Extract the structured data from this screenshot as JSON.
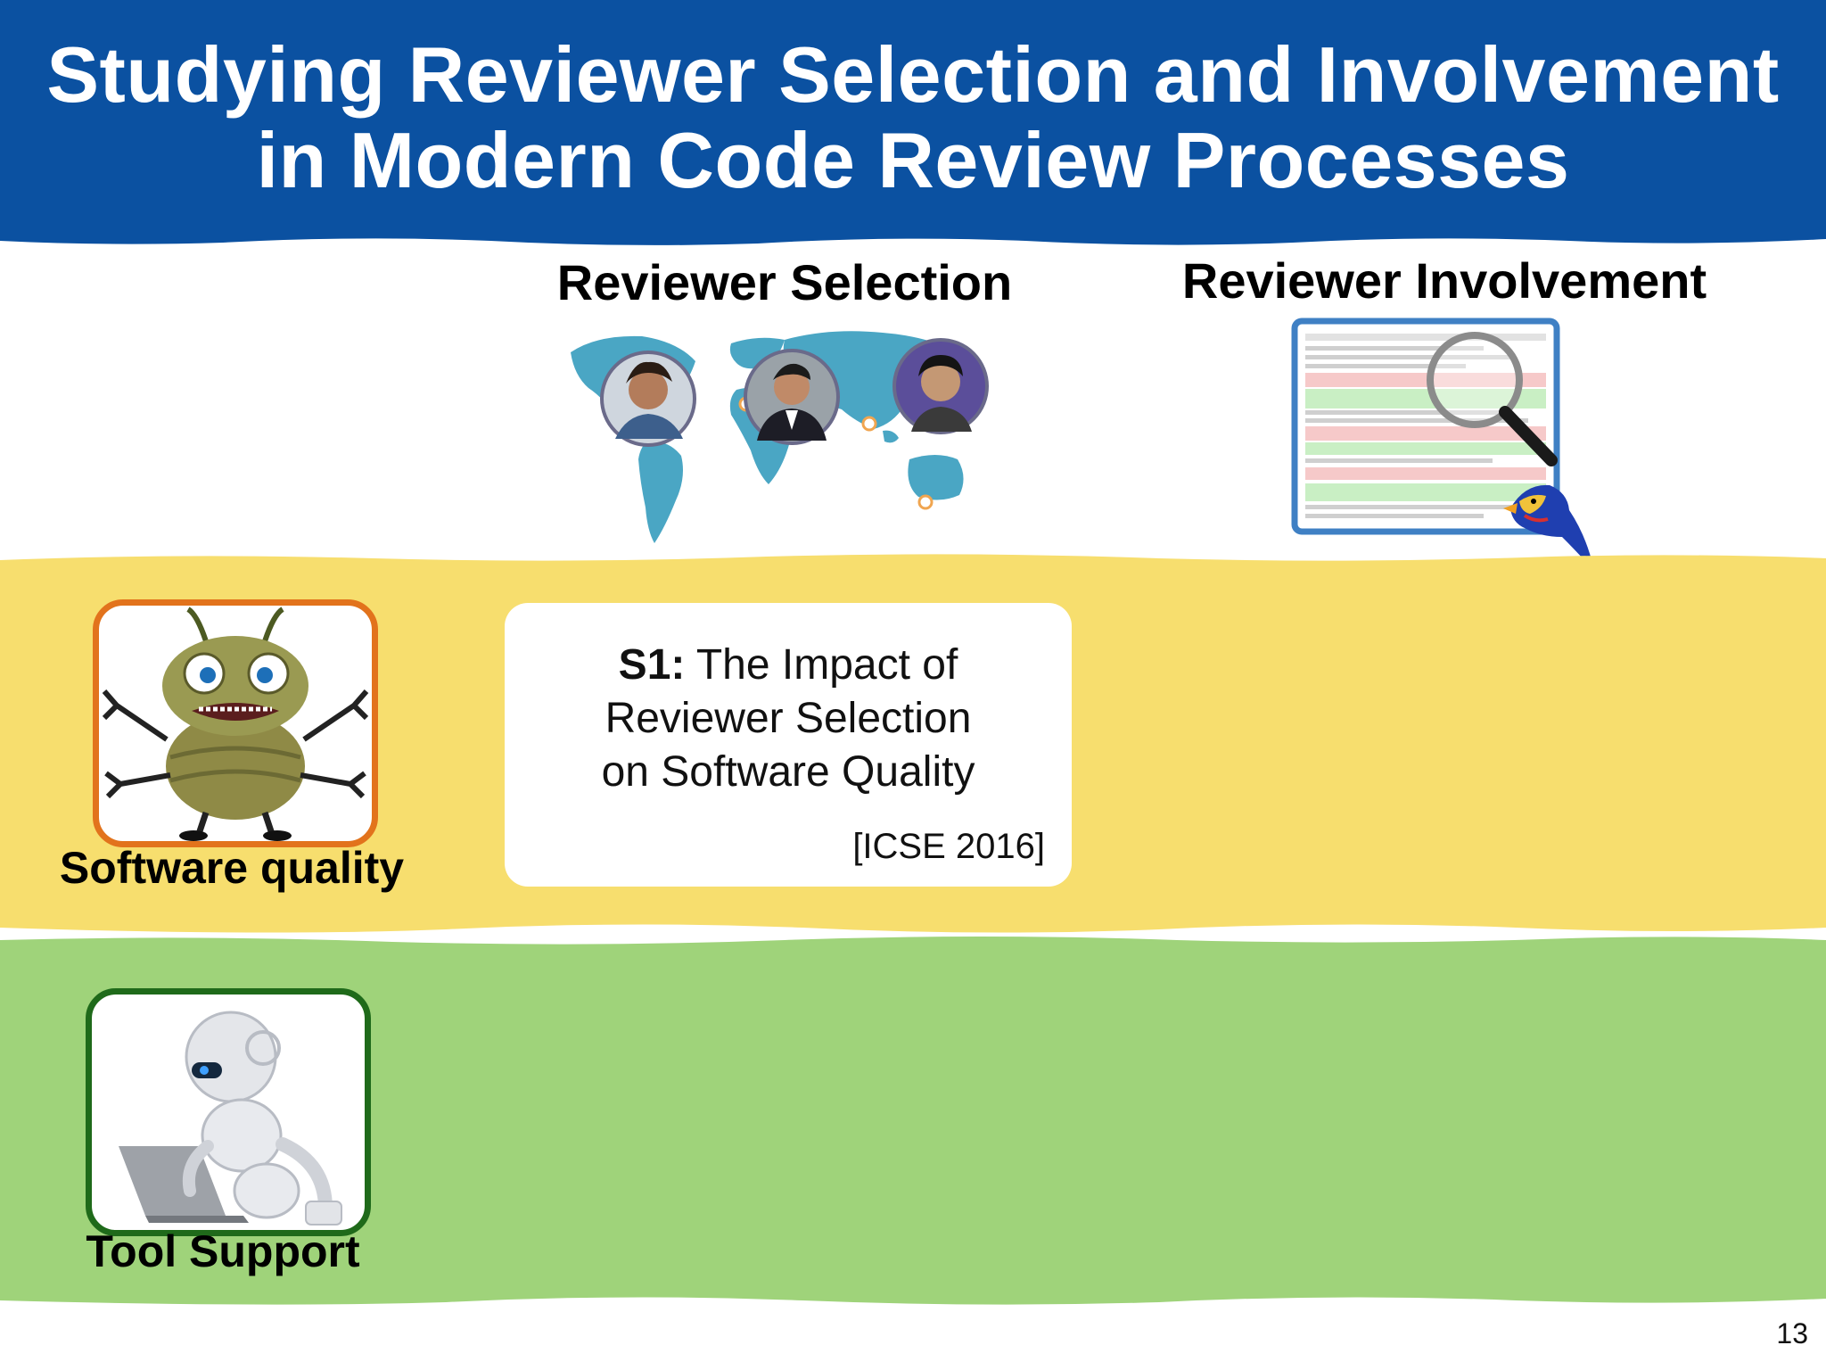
{
  "slide": {
    "title_line1": "Studying Reviewer Selection and Involvement",
    "title_line2": "in Modern Code Review Processes",
    "page_number": "13"
  },
  "columns": {
    "selection": "Reviewer Selection",
    "involvement": "Reviewer Involvement"
  },
  "rows": {
    "quality_label": "Software quality",
    "tool_label": "Tool Support"
  },
  "study": {
    "id": "S1:",
    "line1": "The Impact of",
    "line2": "Reviewer Selection",
    "line3": "on Software Quality",
    "venue": "[ICSE 2016]"
  },
  "colors": {
    "banner_blue": "#0b51a1",
    "yellow_band": "#f7de6e",
    "green_band": "#9fd37a",
    "map_blue": "#4aa6c4",
    "orange_border": "#e2731c",
    "green_border": "#1f6a1a"
  }
}
